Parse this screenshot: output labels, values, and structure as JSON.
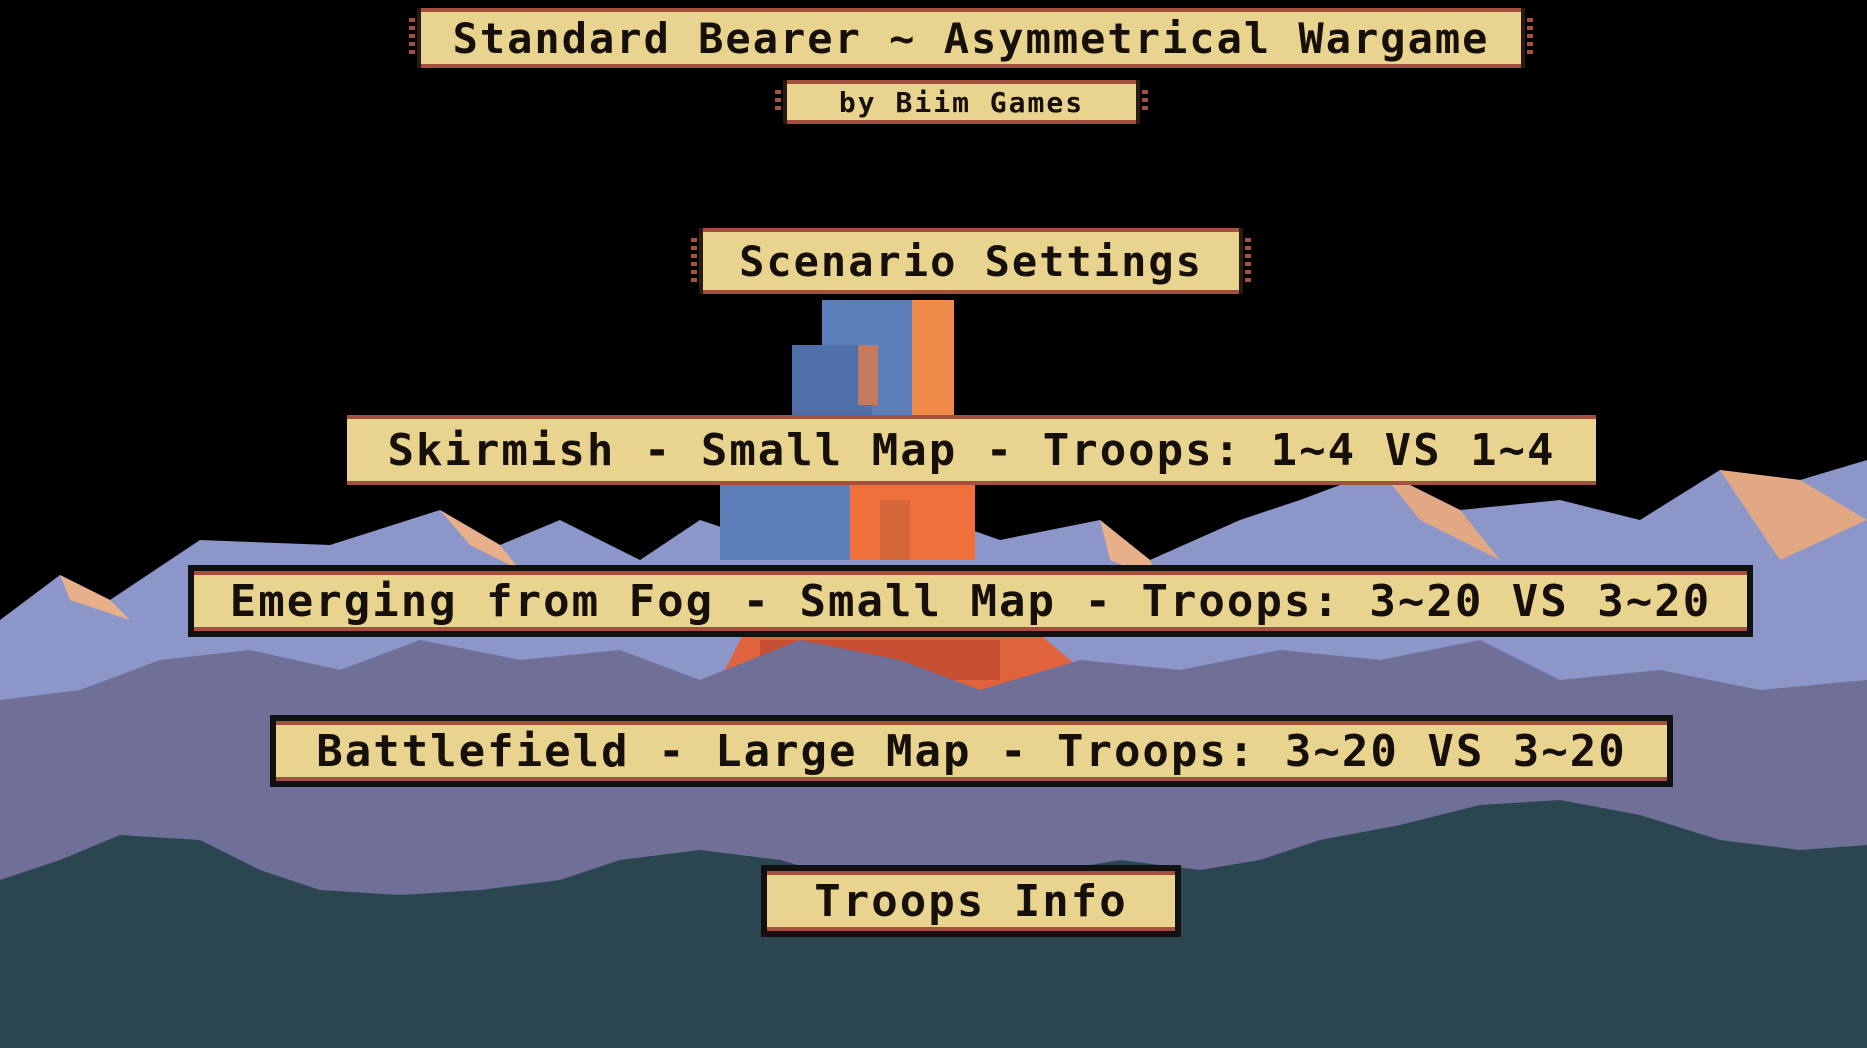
{
  "header": {
    "title": "Standard Bearer ~ Asymmetrical Wargame",
    "subtitle": "by Biim Games"
  },
  "menu": {
    "heading": "Scenario Settings",
    "options": [
      "Skirmish - Small Map - Troops: 1~4 VS 1~4",
      "Emerging from Fog - Small Map - Troops: 3~20 VS 3~20",
      "Battlefield - Large Map - Troops: 3~20 VS 3~20"
    ],
    "troops_info": "Troops Info"
  },
  "colors": {
    "panel": "#e8d48f",
    "panel_border": "#a3503f",
    "text": "#160f0a",
    "sky": "#000000",
    "mountain": "#8c96c8",
    "foothill": "#6f6f97",
    "forest": "#2b4650",
    "castle_blue": "#5b7fb8",
    "castle_orange": "#f08a4b"
  }
}
